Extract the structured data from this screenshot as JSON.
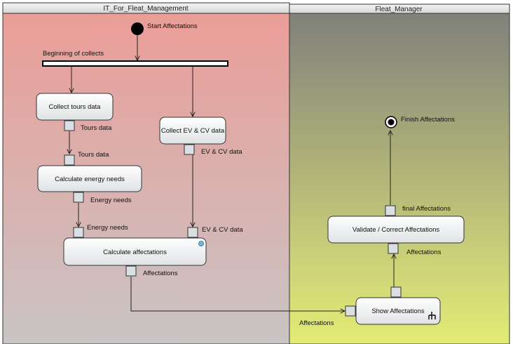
{
  "lanes": {
    "left": "IT_For_Fleat_Management",
    "right": "Fleat_Manager"
  },
  "nodes": {
    "start": "Start Affectations",
    "finish": "Finish Affectations",
    "fork": "Beginning of collects",
    "collect_tours": "Collect tours data",
    "collect_ev": "Collect EV & CV data",
    "calc_energy": "Calculate energy needs",
    "calc_aff": "Calculate affectations",
    "validate": "Validate / Correct Affectations",
    "show": "Show Affectations"
  },
  "pins": {
    "tours_out": "Tours data",
    "tours_in": "Tours data",
    "ev_out": "EV & CV data",
    "energy_out": "Energy needs",
    "energy_in": "Energy needs",
    "ev_in": "EV & CV data",
    "aff_out": "Affectations",
    "final_out": "final Affectations",
    "validate_in": "Affectations",
    "show_in": "Affectations"
  },
  "colors": {
    "left_lane_top": "#ec9c96",
    "left_lane_bottom": "#c9c3c3",
    "right_lane_top": "#80807c",
    "right_lane_bottom": "#e3ea78"
  }
}
